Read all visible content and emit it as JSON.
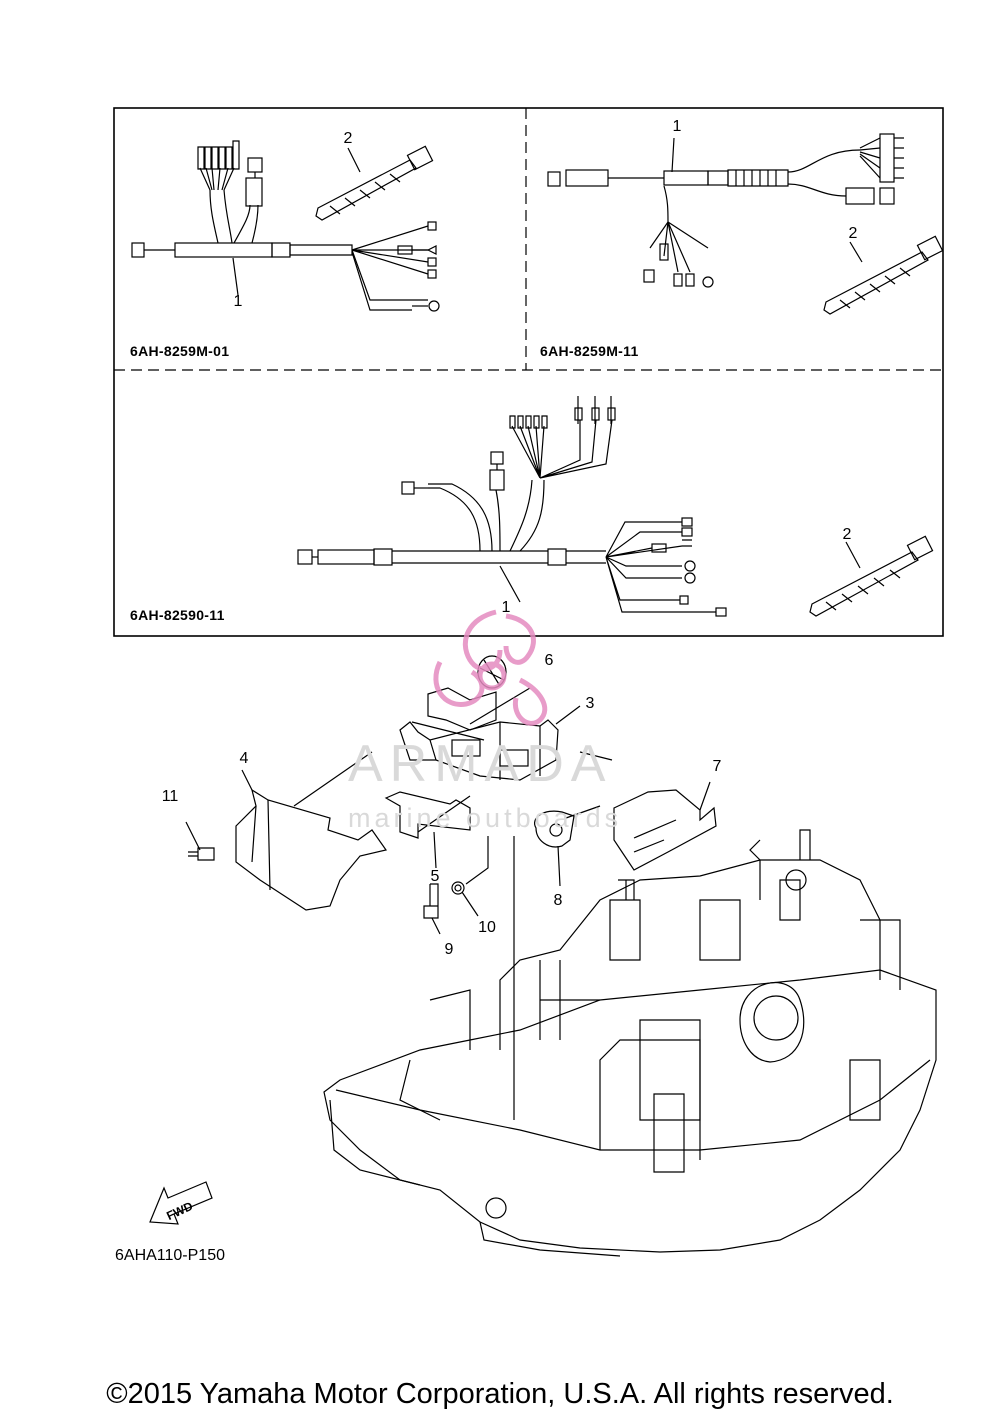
{
  "kits": [
    {
      "code": "6AH-8259M-01"
    },
    {
      "code": "6AH-8259M-11"
    },
    {
      "code": "6AH-82590-11"
    }
  ],
  "callouts": {
    "kit1_harness": "1",
    "kit1_tie": "2",
    "kit2_harness": "1",
    "kit2_tie": "2",
    "kit3_harness": "1",
    "kit3_tie": "2",
    "p3": "3",
    "p4": "4",
    "p5": "5",
    "p6": "6",
    "p7": "7",
    "p8": "8",
    "p9": "9",
    "p10": "10",
    "p11": "11"
  },
  "fwd_label": "FWD",
  "reference_code": "6AHA110-P150",
  "watermark": {
    "brand": "ARMADA",
    "tagline": "marine outboards",
    "color": "#d9d9d9",
    "logo_color": "#e58bc0"
  },
  "copyright": "©2015 Yamaha Motor Corporation, U.S.A. All rights reserved."
}
